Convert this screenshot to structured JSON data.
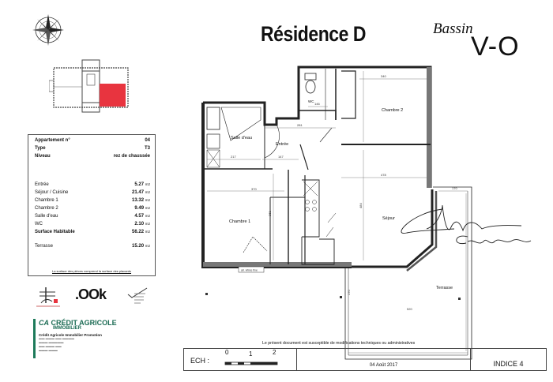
{
  "header": {
    "title": "Résidence D",
    "brand_line1": "Bassin",
    "brand_line2": "V-O"
  },
  "apartment": {
    "fields": [
      {
        "label": "Appartement n°",
        "value": "04"
      },
      {
        "label": "Type",
        "value": "T3"
      },
      {
        "label": "Niveau",
        "value": "rez de chaussée"
      }
    ],
    "rooms": [
      {
        "label": "Entrée",
        "value": "5.27",
        "unit": "m2"
      },
      {
        "label": "Séjour / Cuisine",
        "value": "21.47",
        "unit": "m2"
      },
      {
        "label": "Chambre 1",
        "value": "13.32",
        "unit": "m2"
      },
      {
        "label": "Chambre 2",
        "value": "9.49",
        "unit": "m2"
      },
      {
        "label": "Salle d'eau",
        "value": "4.57",
        "unit": "m2"
      },
      {
        "label": "WC",
        "value": "2.10",
        "unit": "m2"
      },
      {
        "label": "Surface Habitable",
        "value": "56.22",
        "unit": "m2"
      }
    ],
    "terrace": {
      "label": "Terrasse",
      "value": "15.20",
      "unit": "m2"
    },
    "note": "La surface des pièces comprend la surface des placards"
  },
  "plan": {
    "rooms": {
      "salle_eau": "Salle d'eau",
      "entree": "Entrée",
      "wc": "WC",
      "chambre2": "Chambre 2",
      "chambre1": "Chambre 1",
      "sejour": "Séjour",
      "terrasse": "Terrasse"
    },
    "dims": {
      "d340": "340",
      "d281": "281",
      "d146": "146",
      "d217": "217",
      "d147": "147",
      "d370": "370",
      "d361": "361",
      "d484": "484",
      "d478": "478",
      "d170a": "170",
      "d170b": "170",
      "d520": "520"
    },
    "window_label": "all. vitrée fixe"
  },
  "logos": {
    "ook": ".OOk",
    "credit_agricole": "CRÉDIT AGRICOLE",
    "credit_agricole_sub": "IMMOBILIER",
    "promoter": "Crédit Agricole Immobilier Promotion",
    "brand_color": "#1d6c55",
    "highlight_color": "#e8343f"
  },
  "footer": {
    "disclaimer": "Le présent document est susceptible de modifications techniques ou administratives",
    "scale_label": "ECH :",
    "scale_ticks": [
      "0",
      "1",
      "2"
    ],
    "date": "04 Août 2017",
    "index": "INDICE 4"
  }
}
